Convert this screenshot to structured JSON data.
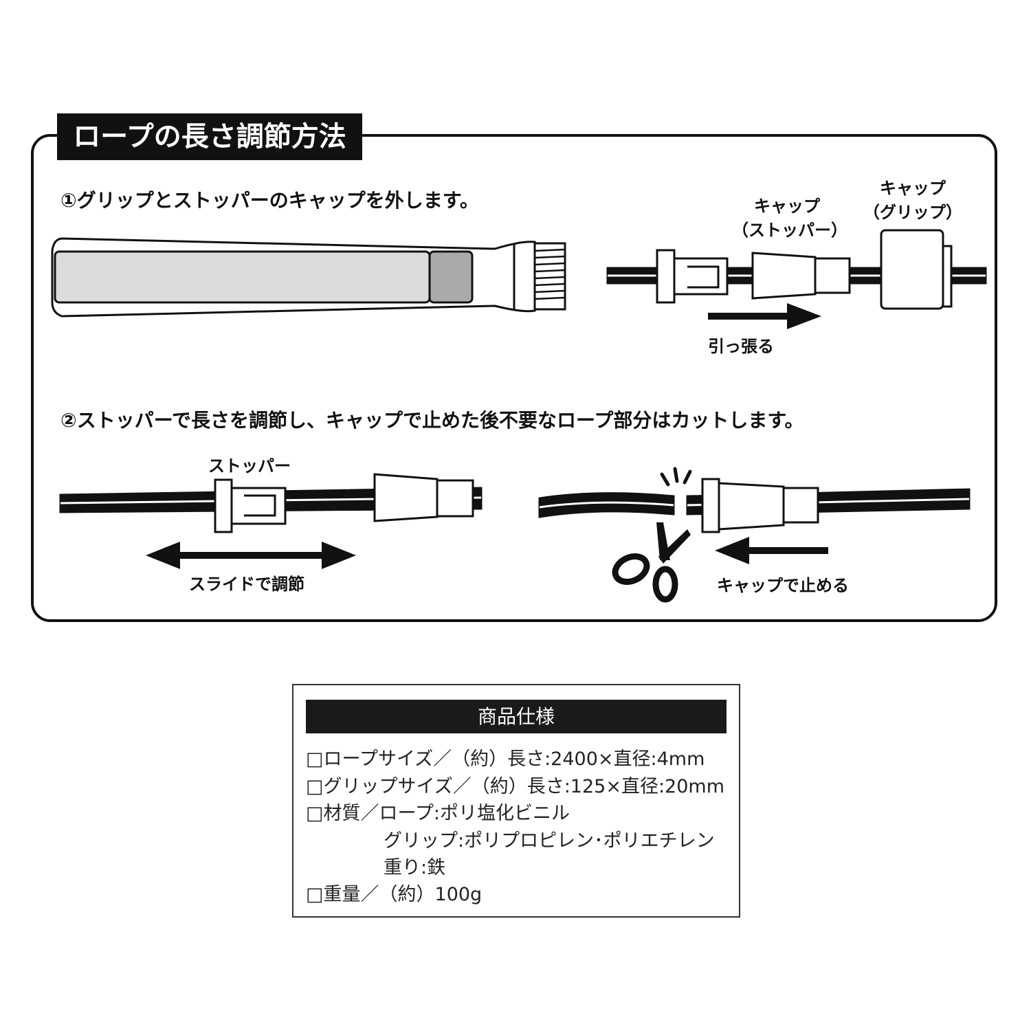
{
  "title": "ロープの長さ調節方法",
  "step1": {
    "text": "①グリップとストッパーのキャップを外します。",
    "label_cap_stopper_1": "キャップ",
    "label_cap_stopper_2": "（ストッパー）",
    "label_cap_grip_1": "キャップ",
    "label_cap_grip_2": "（グリップ）",
    "label_pull": "引っ張る"
  },
  "step2": {
    "text": "②ストッパーで長さを調節し、キャップで止めた後不要なロープ部分はカットします。",
    "label_stopper": "ストッパー",
    "label_slide": "スライドで調節",
    "label_cap_stop": "キャップで止める"
  },
  "specs": {
    "heading": "商品仕様",
    "lines": [
      "□ロープサイズ／（約）長さ:2400×直径:4mm",
      "□グリップサイズ／（約）長さ:125×直径:20mm",
      "□材質／ロープ:ポリ塩化ビニル",
      "グリップ:ポリプロピレン･ポリエチレン",
      "重り:鉄",
      "□重量／（約）100g"
    ]
  }
}
